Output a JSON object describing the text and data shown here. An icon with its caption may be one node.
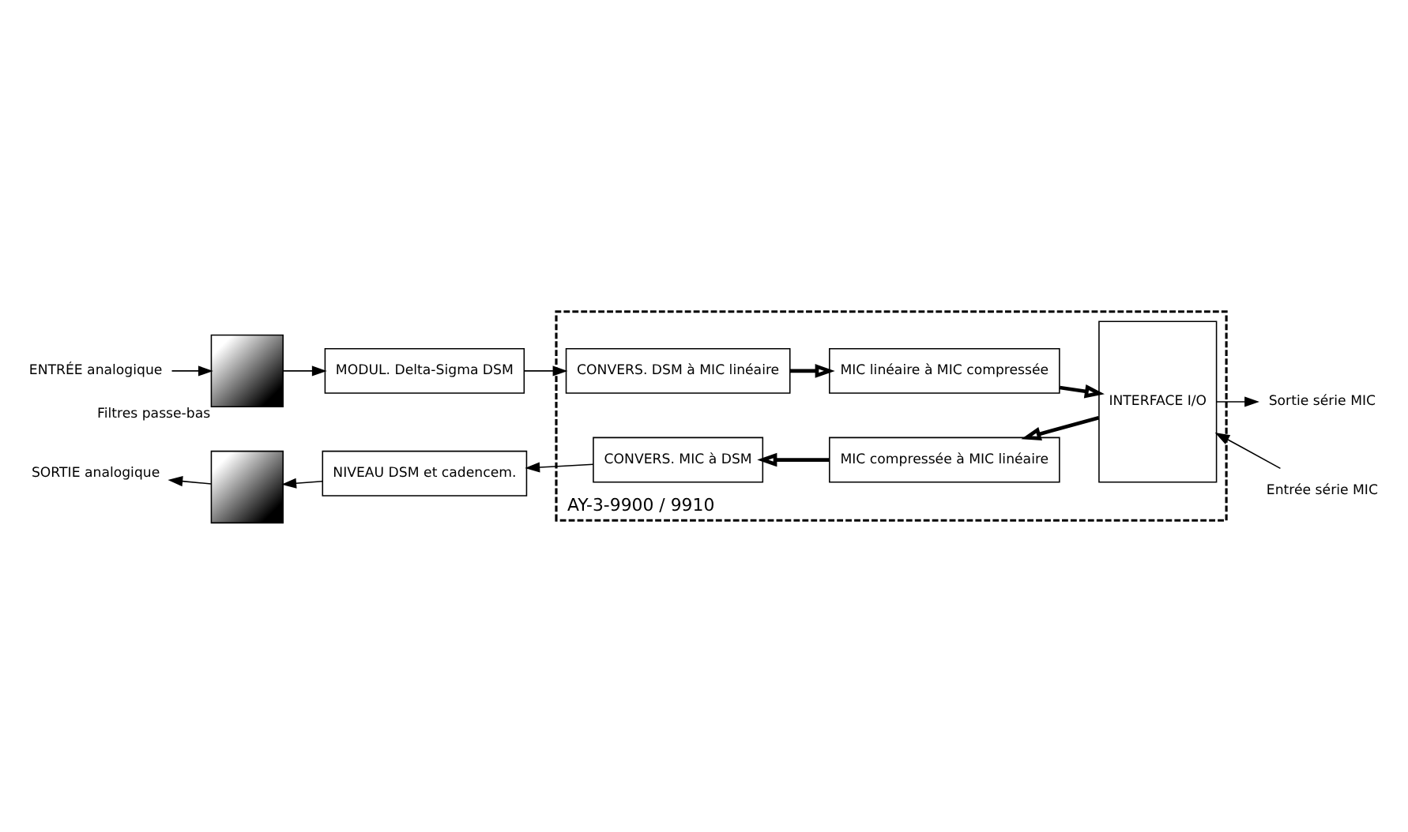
{
  "diagram": {
    "nodes": [
      {
        "text": [
          "ENTRÉE analogique"
        ]
      },
      {
        "text": [],
        "shape": "box",
        "beside": [
          "Filtres passe-bas"
        ]
      },
      {
        "text": [
          "MODUL. Delta-Sigma DSM"
        ]
      },
      {
        "text": [
          "AY-3-9900 / 9910"
        ]
      },
      {
        "text": [
          "CONVERS. DSM à MIC linéaire"
        ],
        "in": 3
      },
      {
        "text": [
          "MIC linéaire à MIC compressée"
        ],
        "in": 3
      },
      {
        "text": [
          "INTERFACE I/O"
        ],
        "in": 3
      },
      {
        "text": [
          "MIC compressée à MIC linéaire"
        ],
        "in": 3
      },
      {
        "text": [
          "CONVERS. MIC à DSM"
        ],
        "in": 3
      },
      {
        "text": [
          "NIVEAU DSM et cadencem."
        ]
      },
      {
        "text": [],
        "shape": "box"
      },
      {
        "text": [
          "SORTIE analogique"
        ]
      },
      {
        "text": [
          "Sortie série MIC"
        ]
      },
      {
        "text": [
          "Entrée série MIC"
        ]
      }
    ],
    "edges": [
      {
        "from": 0,
        "to": 1,
        "arrow": "to"
      },
      {
        "from": 1,
        "to": 2,
        "arrow": "to"
      },
      {
        "from": 2,
        "to": 4,
        "arrow": "to"
      },
      {
        "from": 4,
        "to": 5,
        "arrow": "to",
        "style": "thick"
      },
      {
        "from": 5,
        "to": 6,
        "arrow": "to",
        "style": "thick"
      },
      {
        "from": 6,
        "to": 12,
        "arrow": "to"
      },
      {
        "from": 13,
        "to": 6,
        "arrow": "to"
      },
      {
        "from": 6,
        "to": 7,
        "arrow": "to",
        "style": "thick"
      },
      {
        "from": 7,
        "to": 8,
        "arrow": "to",
        "style": "thick"
      },
      {
        "from": 8,
        "to": 9,
        "arrow": "to"
      },
      {
        "from": 9,
        "to": 10,
        "arrow": "to"
      },
      {
        "from": 10,
        "to": 11,
        "arrow": "to"
      }
    ]
  }
}
